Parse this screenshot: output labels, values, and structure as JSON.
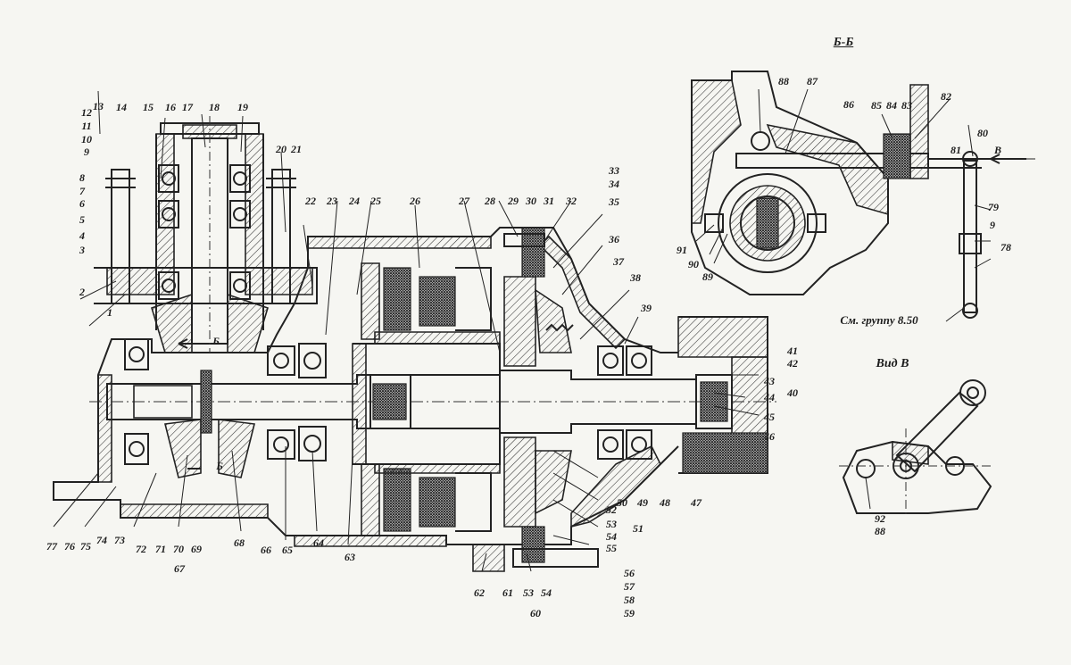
{
  "section_title": "Б-Б",
  "view_title": "Вид В",
  "reference_note": "См. группу 8.50",
  "arrow_label_b": "Б",
  "arrow_label_v": "В",
  "labels": [
    "1",
    "2",
    "3",
    "4",
    "5",
    "6",
    "7",
    "8",
    "9",
    "10",
    "11",
    "12",
    "13",
    "14",
    "15",
    "16",
    "17",
    "18",
    "19",
    "20",
    "21",
    "22",
    "23",
    "24",
    "25",
    "26",
    "27",
    "28",
    "29",
    "30",
    "31",
    "32",
    "33",
    "34",
    "35",
    "36",
    "37",
    "38",
    "39",
    "40",
    "41",
    "42",
    "43",
    "44",
    "45",
    "46",
    "47",
    "48",
    "49",
    "50",
    "51",
    "52",
    "53",
    "54",
    "55",
    "56",
    "57",
    "58",
    "59",
    "60",
    "61",
    "62",
    "63",
    "64",
    "65",
    "66",
    "67",
    "68",
    "69",
    "70",
    "71",
    "72",
    "73",
    "74",
    "75",
    "76",
    "77",
    "78",
    "79",
    "80",
    "81",
    "82",
    "83",
    "84",
    "85",
    "86",
    "87",
    "88",
    "89",
    "90",
    "91",
    "92"
  ]
}
